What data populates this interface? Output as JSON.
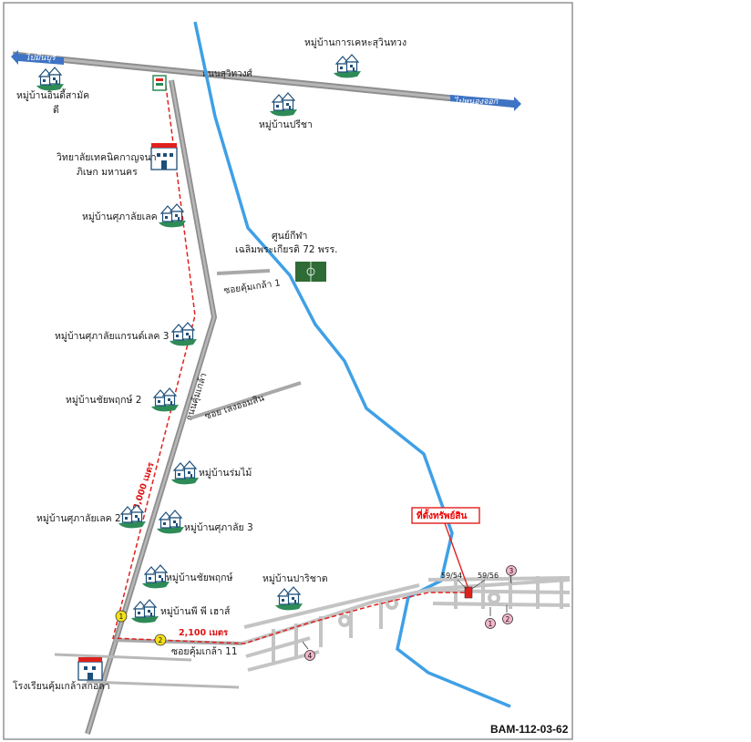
{
  "roads": {
    "highway": "ถนนสุวิทวงศ์",
    "to_west": "ไปมีนบุรี",
    "to_east": "ไปหนองจอก",
    "main_road": "ถนนคุ้มเกล้า",
    "soi_1": "ซอยคุ้มเกล้า 1",
    "soi_lerng": "ซอย เลงออมสิน",
    "soi_11": "ซอยคุ้มเกล้า 11"
  },
  "places": {
    "village_kanlaya": "หมู่บ้านการเคหะสุวินทวง",
    "village_pricha": "หมู่บ้านปรีชา",
    "village_indy": "หมู่บ้านอินดี้สามัค",
    "village_indy_2": "ดี",
    "college_1": "วิทยาลัยเทคนิคกาญจนา",
    "college_2": "ภิเษก มหานคร",
    "village_supalai": "หมู่บ้านศุภาลัยเลค",
    "sports_1": "ศูนย์กีฬา",
    "sports_2": "เฉลิมพระเกียรติ 72 พรร.",
    "village_supalai_grand": "หมู่บ้านศุภาลัยแกรนด์เลค 3",
    "village_chaiyaphruek_2": "หมู่บ้านชัยพฤกษ์ 2",
    "village_rommai": "หมู่บ้านร่มไม้",
    "village_supalai_lake2": "หมู่บ้านศุภาลัยเลค 2",
    "village_supalai_3": "หมู่บ้านศุภาลัย 3",
    "village_chaiyaphruek": "หมู่บ้านชัยพฤกษ์",
    "village_parichat": "หมู่บ้านปาริชาต",
    "village_pp": "หมู่บ้านพี พี เฮาส์",
    "school": "โรงเรียนคุ้มเกล้าสกอลา"
  },
  "distances": {
    "vertical": "3,000 เมตร",
    "horizontal": "2,100 เมตร"
  },
  "property": {
    "label": "ที่ตั้งทรัพย์สิน",
    "plot_left": "59/54",
    "plot_right": "59/56"
  },
  "markers": [
    "1",
    "2",
    "1",
    "2",
    "3",
    "4"
  ],
  "code": "BAM-112-03-62",
  "colors": {
    "road": "#9a9a9a",
    "road_light": "#c9c9c9",
    "river": "#3fa0e6",
    "route": "#e0201c",
    "house": "#2e8b57",
    "marker_yellow": "#f3e11a",
    "marker_pink": "#f4b6c9"
  }
}
